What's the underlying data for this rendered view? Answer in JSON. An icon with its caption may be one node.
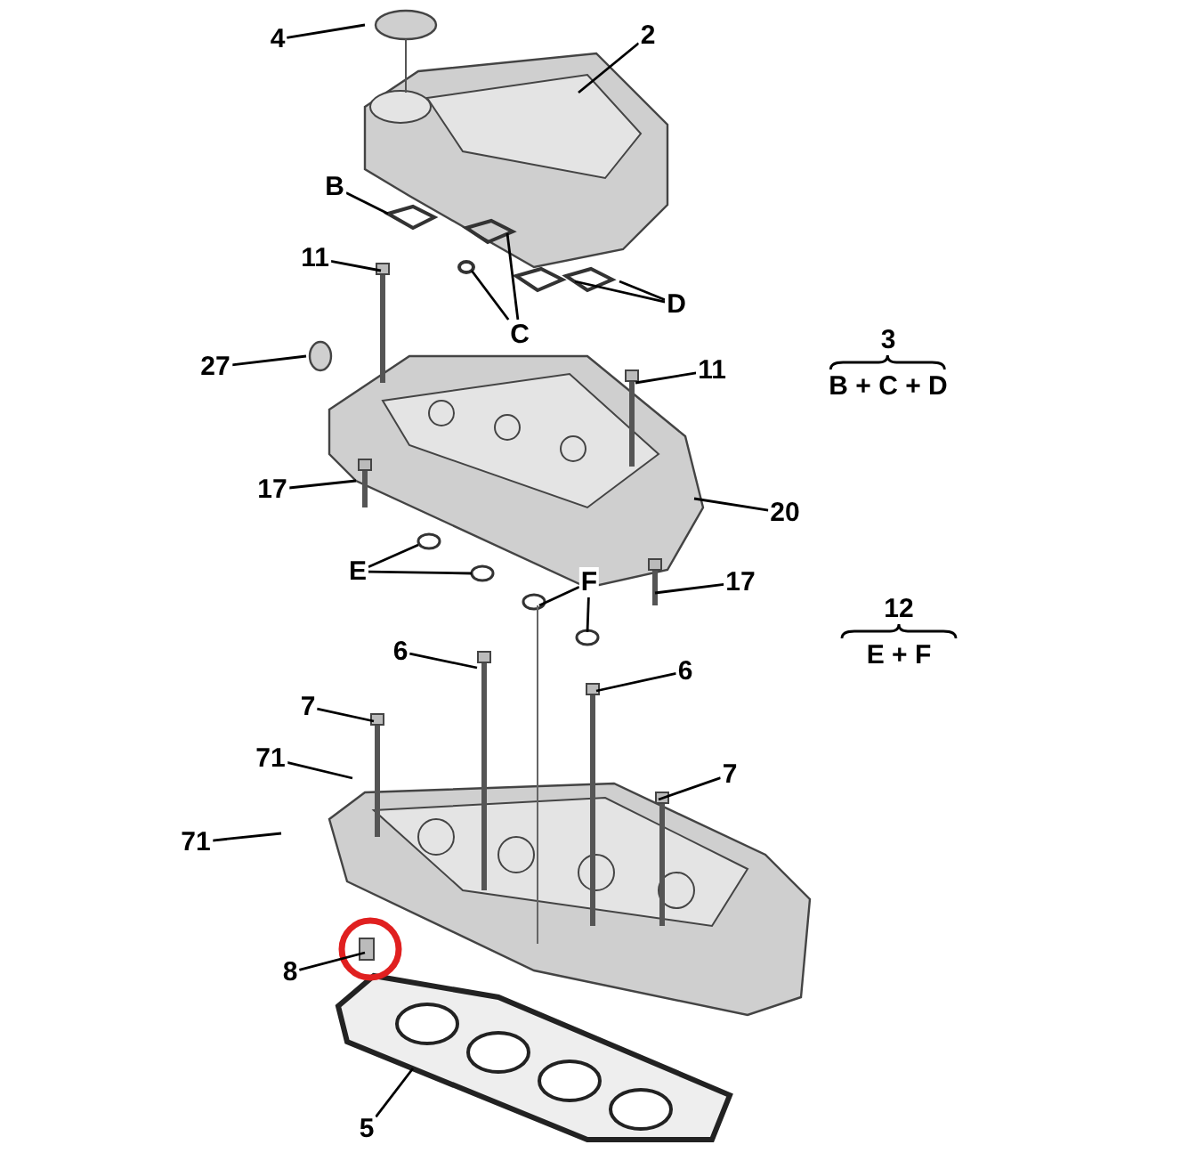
{
  "diagram": {
    "nodes": [
      {
        "text": [
          "4"
        ]
      },
      {
        "text": [
          "2"
        ]
      },
      {
        "text": [
          "B"
        ]
      },
      {
        "text": [
          "11"
        ]
      },
      {
        "text": [
          "D"
        ]
      },
      {
        "text": [
          "C"
        ]
      },
      {
        "text": [
          "3",
          "B + C + D"
        ]
      },
      {
        "text": [
          "27"
        ]
      },
      {
        "text": [
          "11"
        ]
      },
      {
        "text": [
          "17"
        ]
      },
      {
        "text": [
          "20"
        ]
      },
      {
        "text": [
          "E"
        ]
      },
      {
        "text": [
          "F"
        ]
      },
      {
        "text": [
          "17"
        ]
      },
      {
        "text": [
          "12",
          "E + F"
        ]
      },
      {
        "text": [
          "6"
        ]
      },
      {
        "text": [
          "6"
        ]
      },
      {
        "text": [
          "7"
        ]
      },
      {
        "text": [
          "71"
        ]
      },
      {
        "text": [
          "7"
        ]
      },
      {
        "text": [
          "71"
        ]
      },
      {
        "text": [
          "8"
        ]
      },
      {
        "text": [
          "5"
        ]
      }
    ],
    "edges": [
      {
        "from": 0,
        "to": null,
        "arrow": "none"
      },
      {
        "from": 1,
        "to": null,
        "arrow": "none"
      },
      {
        "from": 2,
        "to": null,
        "arrow": "none"
      },
      {
        "from": 3,
        "to": null,
        "arrow": "none"
      },
      {
        "from": 4,
        "to": null,
        "arrow": "none"
      },
      {
        "from": 4,
        "to": null,
        "arrow": "none"
      },
      {
        "from": 5,
        "to": null,
        "arrow": "none"
      },
      {
        "from": 5,
        "to": null,
        "arrow": "none"
      },
      {
        "from": 7,
        "to": null,
        "arrow": "none"
      },
      {
        "from": 8,
        "to": null,
        "arrow": "none"
      },
      {
        "from": 9,
        "to": null,
        "arrow": "none"
      },
      {
        "from": 10,
        "to": null,
        "arrow": "none"
      },
      {
        "from": 11,
        "to": null,
        "arrow": "none"
      },
      {
        "from": 11,
        "to": null,
        "arrow": "none"
      },
      {
        "from": 12,
        "to": null,
        "arrow": "none"
      },
      {
        "from": 12,
        "to": null,
        "arrow": "none"
      },
      {
        "from": 13,
        "to": null,
        "arrow": "none"
      },
      {
        "from": 15,
        "to": null,
        "arrow": "none"
      },
      {
        "from": 16,
        "to": null,
        "arrow": "none"
      },
      {
        "from": 17,
        "to": null,
        "arrow": "none"
      },
      {
        "from": 18,
        "to": null,
        "arrow": "none"
      },
      {
        "from": 19,
        "to": null,
        "arrow": "none"
      },
      {
        "from": 20,
        "to": null,
        "arrow": "none"
      },
      {
        "from": 21,
        "to": null,
        "arrow": "none"
      },
      {
        "from": 22,
        "to": null,
        "arrow": "none"
      }
    ]
  }
}
